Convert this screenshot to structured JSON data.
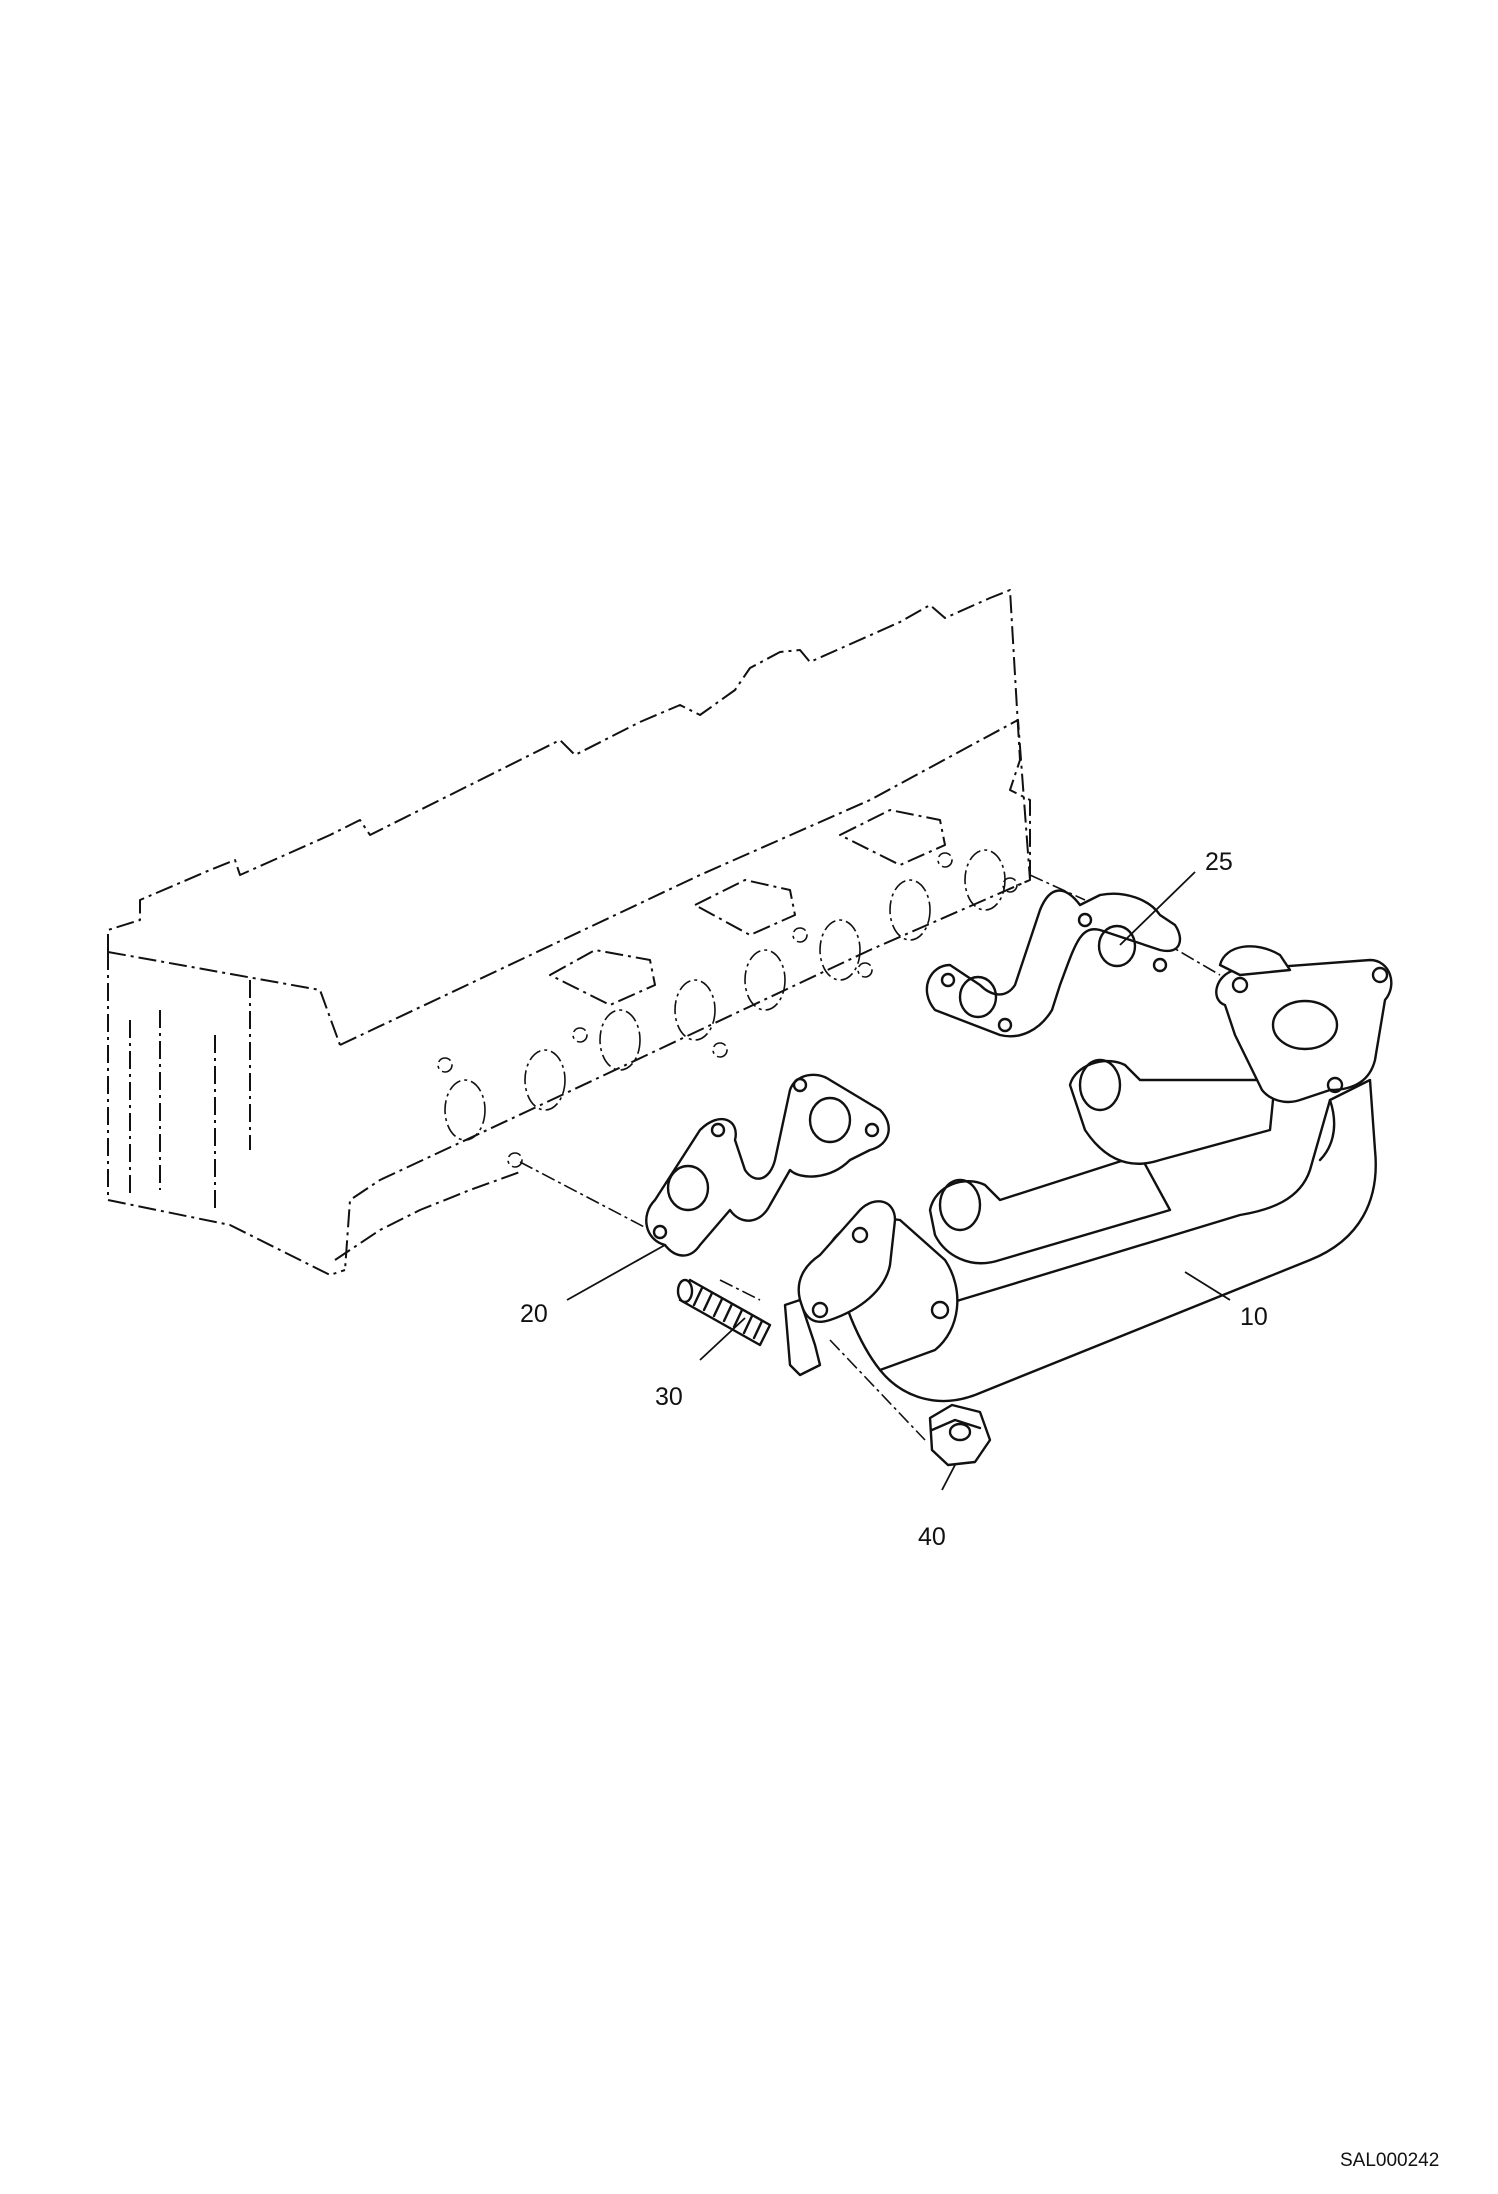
{
  "callouts": {
    "exhaust_manifold": "10",
    "gasket_front": "20",
    "gasket_rear": "25",
    "stud": "30",
    "nut": "40"
  },
  "document_id": "SAL000242"
}
